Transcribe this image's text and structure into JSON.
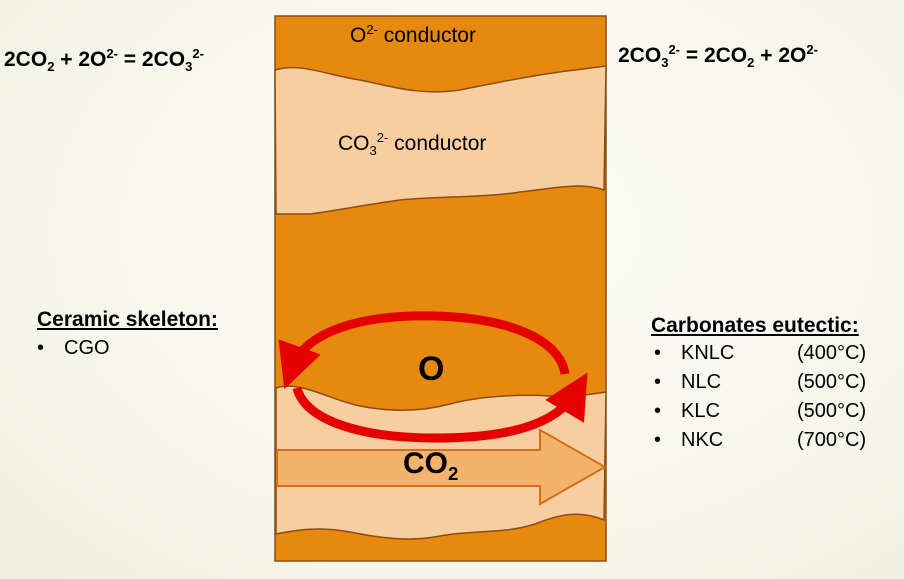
{
  "equations": {
    "left": {
      "a": "2CO",
      "a_sub": "2",
      "b": " + 2O",
      "b_sup": "2-",
      "c": " = 2CO",
      "c_sub": "3",
      "c_sup": "2-"
    },
    "right": {
      "a": "2CO",
      "a_sub": "3",
      "a_sup": "2-",
      "b": " = 2CO",
      "b_sub": "2",
      "c": " + 2O",
      "c_sup": "2-"
    }
  },
  "diagram": {
    "o2_conductor": {
      "base": "O",
      "sup": "2-",
      "text": " conductor"
    },
    "co3_conductor": {
      "base": "CO",
      "sub": "3",
      "sup": "2-",
      "text": " conductor"
    },
    "o_label": "O",
    "co2_label": {
      "base": "CO",
      "sub": "2"
    },
    "colors": {
      "ceramic": "#e8890f",
      "carbonate": "#f8cda0",
      "outline": "#8a4e10",
      "cycle_arrow": "#e50000",
      "flow_arrow": "#f4b36c"
    }
  },
  "ceramic": {
    "title": "Ceramic skeleton:",
    "items": [
      "CGO"
    ]
  },
  "carbonates": {
    "title": "Carbonates eutectic:",
    "items": [
      {
        "name": "KNLC",
        "temp": "(400°C)"
      },
      {
        "name": "NLC",
        "temp": "(500°C)"
      },
      {
        "name": "KLC",
        "temp": "(500°C)"
      },
      {
        "name": "NKC",
        "temp": "(700°C)"
      }
    ]
  }
}
